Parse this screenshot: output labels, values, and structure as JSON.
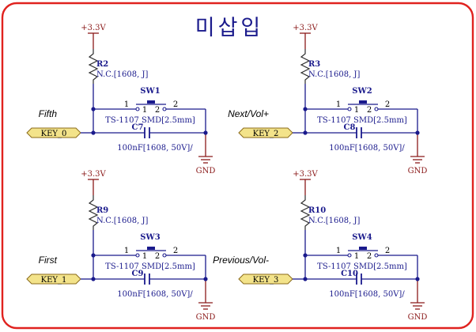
{
  "title": "미삽입",
  "colors": {
    "frame": "#e0221f",
    "wire": "#1a1a8c",
    "power_ground": "#8b1a1a",
    "net_label_fill": "#f3e38a",
    "component_text": "#1a1a8c",
    "title_text": "#1a1a8c"
  },
  "circuits": [
    {
      "function_label": "Fifth",
      "power_label": "+3.3V",
      "resistor": {
        "ref": "R2",
        "value": "N.C.[1608, J]"
      },
      "switch": {
        "ref": "SW1",
        "pin1": "1",
        "pin2": "2",
        "pin1_inner": "1",
        "pin2_inner": "2",
        "part": "TS-1107 SMD[2.5mm]"
      },
      "capacitor": {
        "ref": "C7",
        "value": "100nF[1608, 50V]/"
      },
      "net_label": "KEY_0",
      "ground_label": "GND"
    },
    {
      "function_label": "Next/Vol+",
      "power_label": "+3.3V",
      "resistor": {
        "ref": "R3",
        "value": "N.C.[1608, J]"
      },
      "switch": {
        "ref": "SW2",
        "pin1": "1",
        "pin2": "2",
        "pin1_inner": "1",
        "pin2_inner": "2",
        "part": "TS-1107 SMD[2.5mm]"
      },
      "capacitor": {
        "ref": "C8",
        "value": "100nF[1608, 50V]/"
      },
      "net_label": "KEY_2",
      "ground_label": "GND"
    },
    {
      "function_label": "First",
      "power_label": "+3.3V",
      "resistor": {
        "ref": "R9",
        "value": "N.C.[1608, J]"
      },
      "switch": {
        "ref": "SW3",
        "pin1": "1",
        "pin2": "2",
        "pin1_inner": "1",
        "pin2_inner": "2",
        "part": "TS-1107 SMD[2.5mm]"
      },
      "capacitor": {
        "ref": "C9",
        "value": "100nF[1608, 50V]/"
      },
      "net_label": "KEY_1",
      "ground_label": "GND"
    },
    {
      "function_label": "Previous/Vol-",
      "power_label": "+3.3V",
      "resistor": {
        "ref": "R10",
        "value": "N.C.[1608, J]"
      },
      "switch": {
        "ref": "SW4",
        "pin1": "1",
        "pin2": "2",
        "pin1_inner": "1",
        "pin2_inner": "2",
        "part": "TS-1107 SMD[2.5mm]"
      },
      "capacitor": {
        "ref": "C10",
        "value": "100nF[1608, 50V]/"
      },
      "net_label": "KEY_3",
      "ground_label": "GND"
    }
  ]
}
